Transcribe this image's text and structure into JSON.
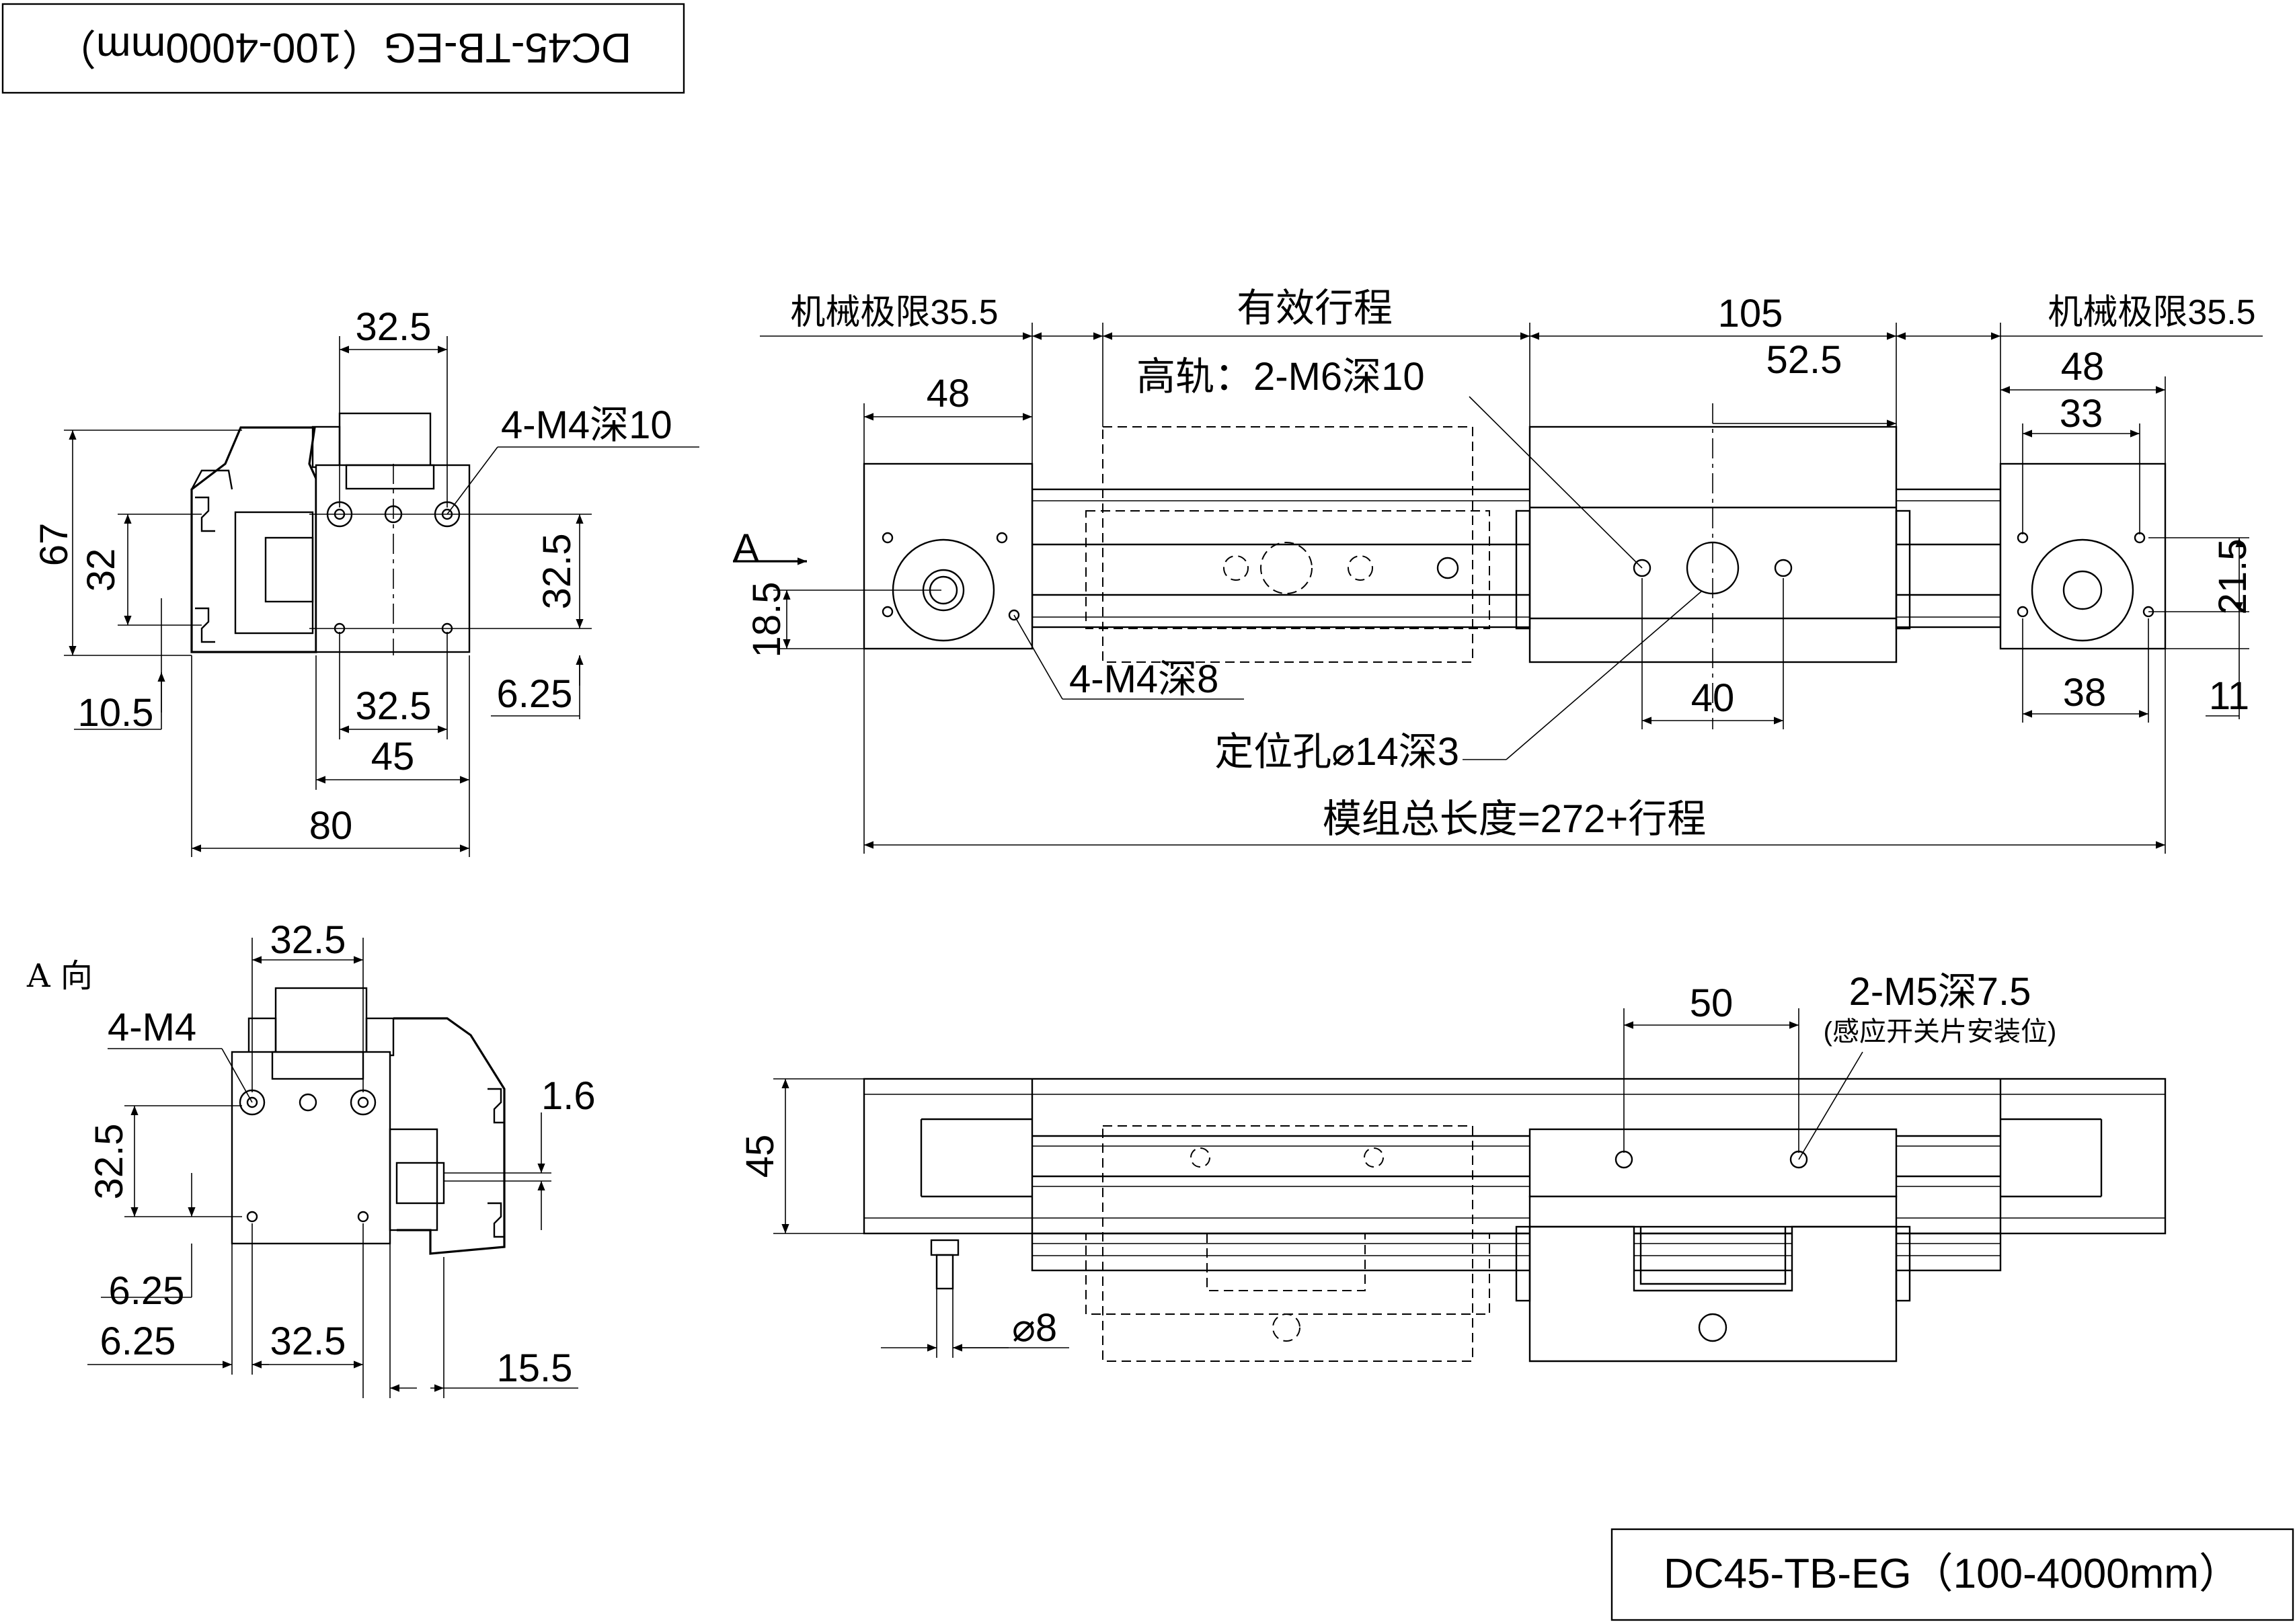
{
  "title_box_mirrored": "DC45-TB-EG（100-4000mm）",
  "title_box": "DC45-TB-EG（100-4000mm）",
  "view_label_a": "A 向",
  "arrow_label_a": "A",
  "left_top": {
    "d_32_5_top": "32.5",
    "thread_note": "4-M4深10",
    "d_67": "67",
    "d_32": "32",
    "d_32_5_right": "32.5",
    "d_10_5": "10.5",
    "d_32_5_bottom": "32.5",
    "d_6_25": "6.25",
    "d_45": "45",
    "d_80": "80"
  },
  "left_bottom": {
    "d_32_5_top": "32.5",
    "thread_note": "4-M4",
    "d_1_6": "1.6",
    "d_32_5_left": "32.5",
    "d_6_25_a": "6.25",
    "d_6_25_b": "6.25",
    "d_32_5_bottom": "32.5",
    "d_15_5": "15.5"
  },
  "top_view": {
    "mech_limit_left": "机械极限35.5",
    "effective_stroke": "有效行程",
    "d_105": "105",
    "mech_limit_right": "机械极限35.5",
    "d_48_left": "48",
    "high_rail_note": "高轨：2-M6深10",
    "d_52_5": "52.5",
    "d_48_right": "48",
    "d_33": "33",
    "d_18_5": "18.5",
    "d_21_5": "21.5",
    "d_11": "11",
    "end_thread_note": "4-M4深8",
    "d_40": "40",
    "d_38": "38",
    "locating_hole_note": "定位孔⌀14深3",
    "total_length": "模组总长度=272+行程"
  },
  "side_view": {
    "d_50": "50",
    "sensor_thread_note": "2-M5深7.5",
    "sensor_note": "(感应开关片安装位)",
    "d_45": "45",
    "d_phi8": "⌀8"
  }
}
